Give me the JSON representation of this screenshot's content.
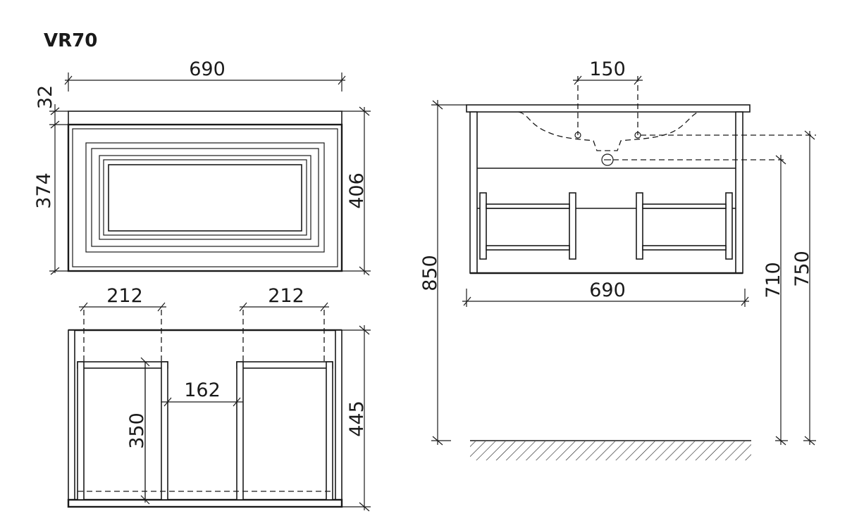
{
  "title": "VR70",
  "front_view": {
    "width": "690",
    "top_thickness": "32",
    "drawer_height": "374",
    "total_height": "406"
  },
  "bottom_view": {
    "left_section": "212",
    "right_section": "212",
    "gap": "162",
    "drawer_depth": "350",
    "depth": "445"
  },
  "side_view": {
    "tap_spacing": "150",
    "total_height": "850",
    "width": "690",
    "drain_height": "710",
    "tap_height": "750"
  }
}
